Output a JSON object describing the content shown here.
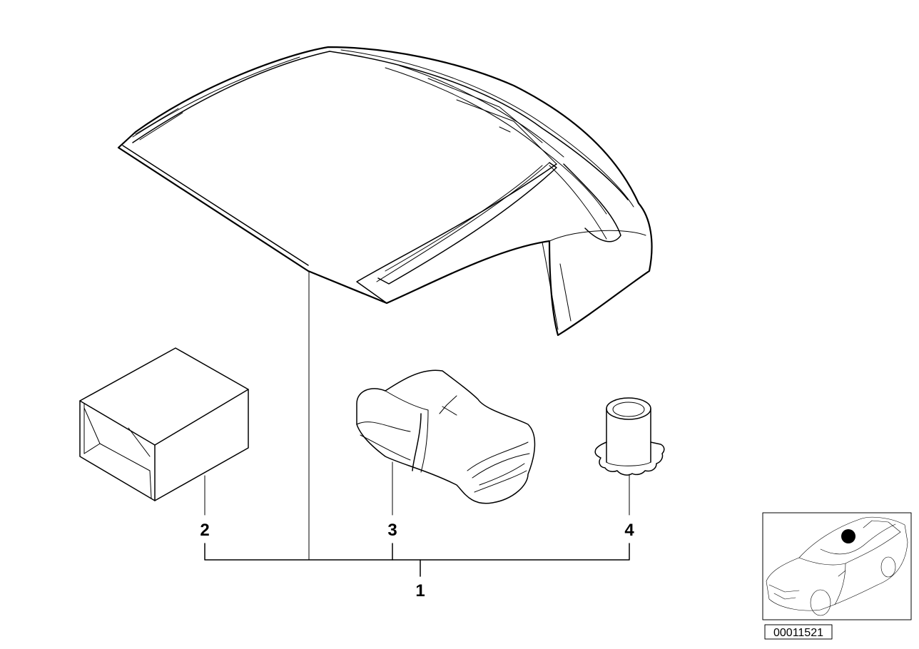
{
  "parts": [
    {
      "number": "1",
      "name": "hardtop-assembly"
    },
    {
      "number": "2",
      "name": "box"
    },
    {
      "number": "3",
      "name": "cloth-bundle"
    },
    {
      "number": "4",
      "name": "bushing"
    }
  ],
  "diagram_id": "00011521",
  "colors": {
    "line": "#000000",
    "background": "#ffffff",
    "marker": "#000000"
  }
}
